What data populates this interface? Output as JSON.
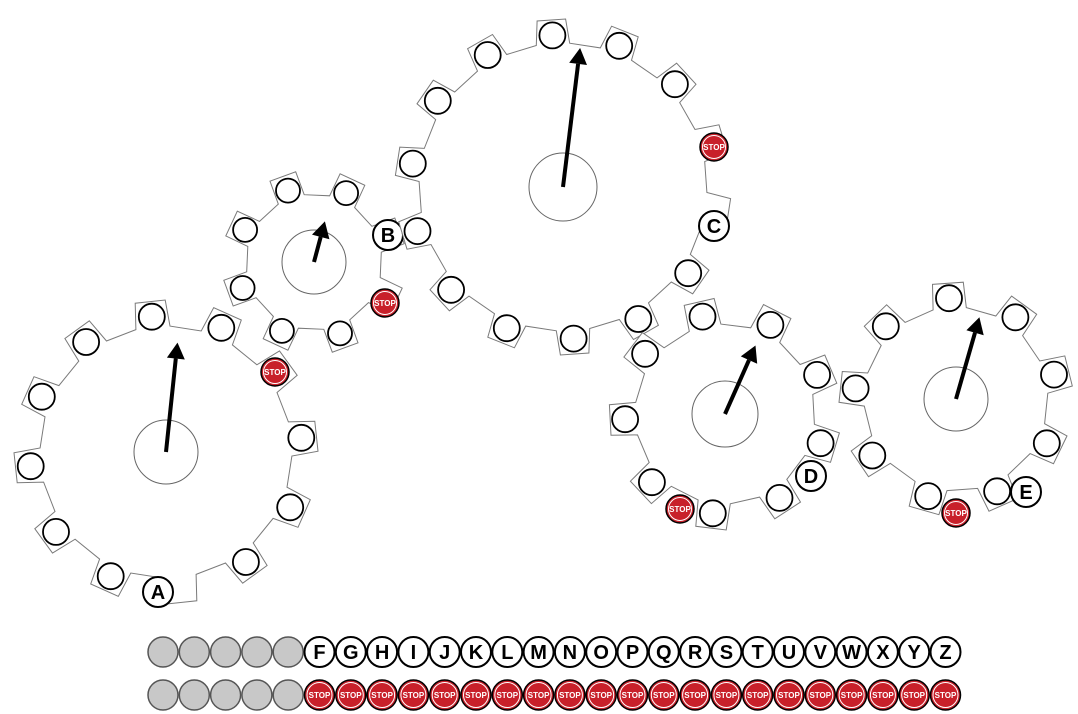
{
  "gears": [
    {
      "id": "A",
      "label": "A",
      "stop_label": "STOP"
    },
    {
      "id": "B",
      "label": "B",
      "stop_label": "STOP"
    },
    {
      "id": "C",
      "label": "C",
      "stop_label": "STOP"
    },
    {
      "id": "D",
      "label": "D",
      "stop_label": "STOP"
    },
    {
      "id": "E",
      "label": "E",
      "stop_label": "STOP"
    }
  ],
  "letter_row": {
    "empty_slots": 5,
    "letters": [
      "F",
      "G",
      "H",
      "I",
      "J",
      "K",
      "L",
      "M",
      "N",
      "O",
      "P",
      "Q",
      "R",
      "S",
      "T",
      "U",
      "V",
      "W",
      "X",
      "Y",
      "Z"
    ]
  },
  "stop_row": {
    "empty_slots": 5,
    "stop_count": 21,
    "stop_label": "STOP"
  },
  "colors": {
    "stop_red": "#c8202a",
    "empty_slot_gray": "#c8c8c8",
    "gear_outline": "#7a7a7a"
  }
}
